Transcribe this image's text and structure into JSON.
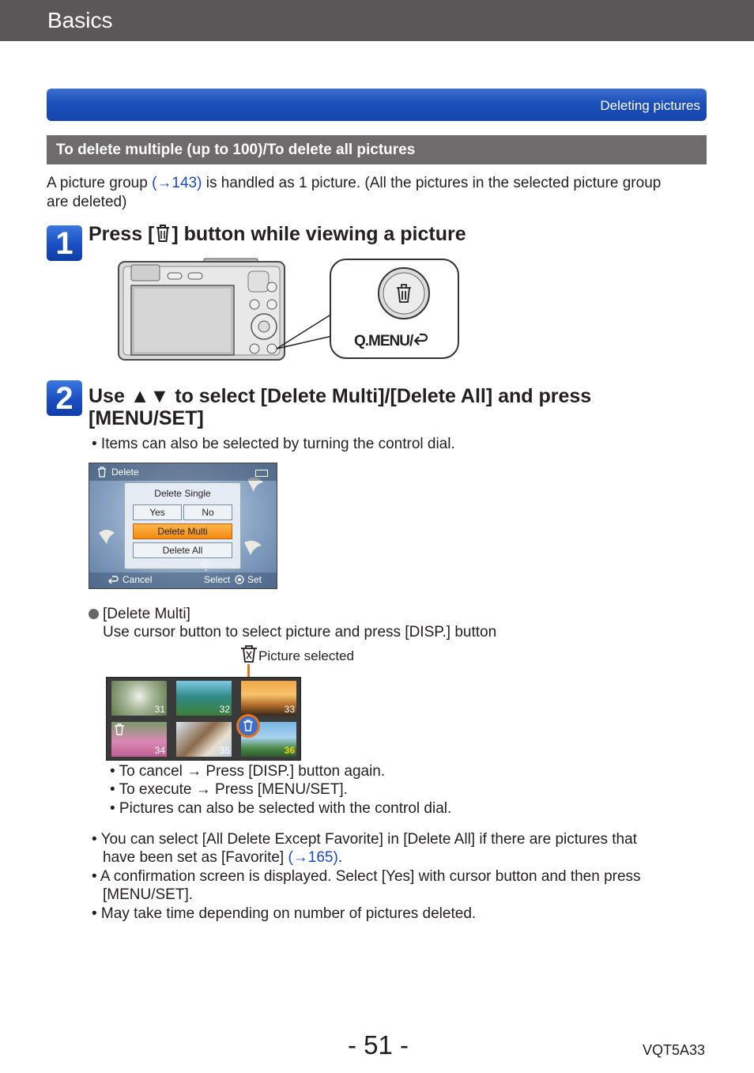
{
  "header": {
    "title": "Basics"
  },
  "section": {
    "label": "Deleting pictures"
  },
  "subheading": "To delete multiple (up to 100)/To delete all pictures",
  "intro": {
    "before_link": "A picture group ",
    "link": "(→143)",
    "after_link_line1": " is handled as 1 picture. (All the pictures in the selected picture group",
    "line2": "are deleted)"
  },
  "step1": {
    "number": "1",
    "title_prefix": "Press [",
    "title_suffix": "] button while viewing a picture",
    "button_label": "Q.MENU/"
  },
  "step2": {
    "number": "2",
    "title_line1": "Use ▲▼ to select [Delete Multi]/[Delete All] and press",
    "title_line2": "[MENU/SET]",
    "note": "• Items can also be selected by turning the control dial."
  },
  "menu_screen": {
    "header": "Delete",
    "dialog_title": "Delete Single",
    "yes": "Yes",
    "no": "No",
    "option_multi": "Delete Multi",
    "option_all": "Delete All",
    "cancel": "Cancel",
    "select": "Select",
    "set": "Set"
  },
  "delete_multi": {
    "heading": "[Delete Multi]",
    "description": "Use cursor button to select picture and press [DISP.] button",
    "callout": "Picture selected",
    "thumb_numbers": [
      "31",
      "32",
      "33",
      "34",
      "35",
      "36"
    ],
    "notes": [
      "• To cancel → Press [DISP.] button again.",
      "• To execute → Press [MENU/SET].",
      "• Pictures can also be selected with the control dial."
    ]
  },
  "notes": {
    "n1_line1": "• You can select [All Delete Except Favorite] in [Delete All] if there are pictures that",
    "n1_line2_before": "have been set as [Favorite] ",
    "n1_link": "(→165)",
    "n1_line2_after": ".",
    "n2_line1": "• A confirmation screen is displayed. Select [Yes] with cursor button and then press",
    "n2_line2": "[MENU/SET].",
    "n3": "• May take time depending on number of pictures deleted."
  },
  "footer": {
    "page": "- 51 -",
    "code": "VQT5A33"
  },
  "colors": {
    "accent_blue": "#1c4fba",
    "link_blue": "#1a4bb8",
    "header_gray": "#595757",
    "highlight_orange": "#e8731a"
  }
}
